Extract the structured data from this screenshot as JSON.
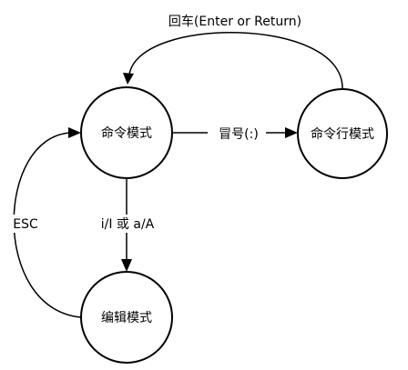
{
  "nodes": {
    "command_mode": "命令模式",
    "cmdline_mode": "命令行模式",
    "edit_mode": "编辑模式"
  },
  "edges": {
    "enter_return": "回车(Enter or Return)",
    "colon": "冒号(:)",
    "insert_keys": "i/I 或 a/A",
    "esc": "ESC"
  },
  "colors": {
    "stroke": "#000000",
    "background": "#ffffff"
  }
}
